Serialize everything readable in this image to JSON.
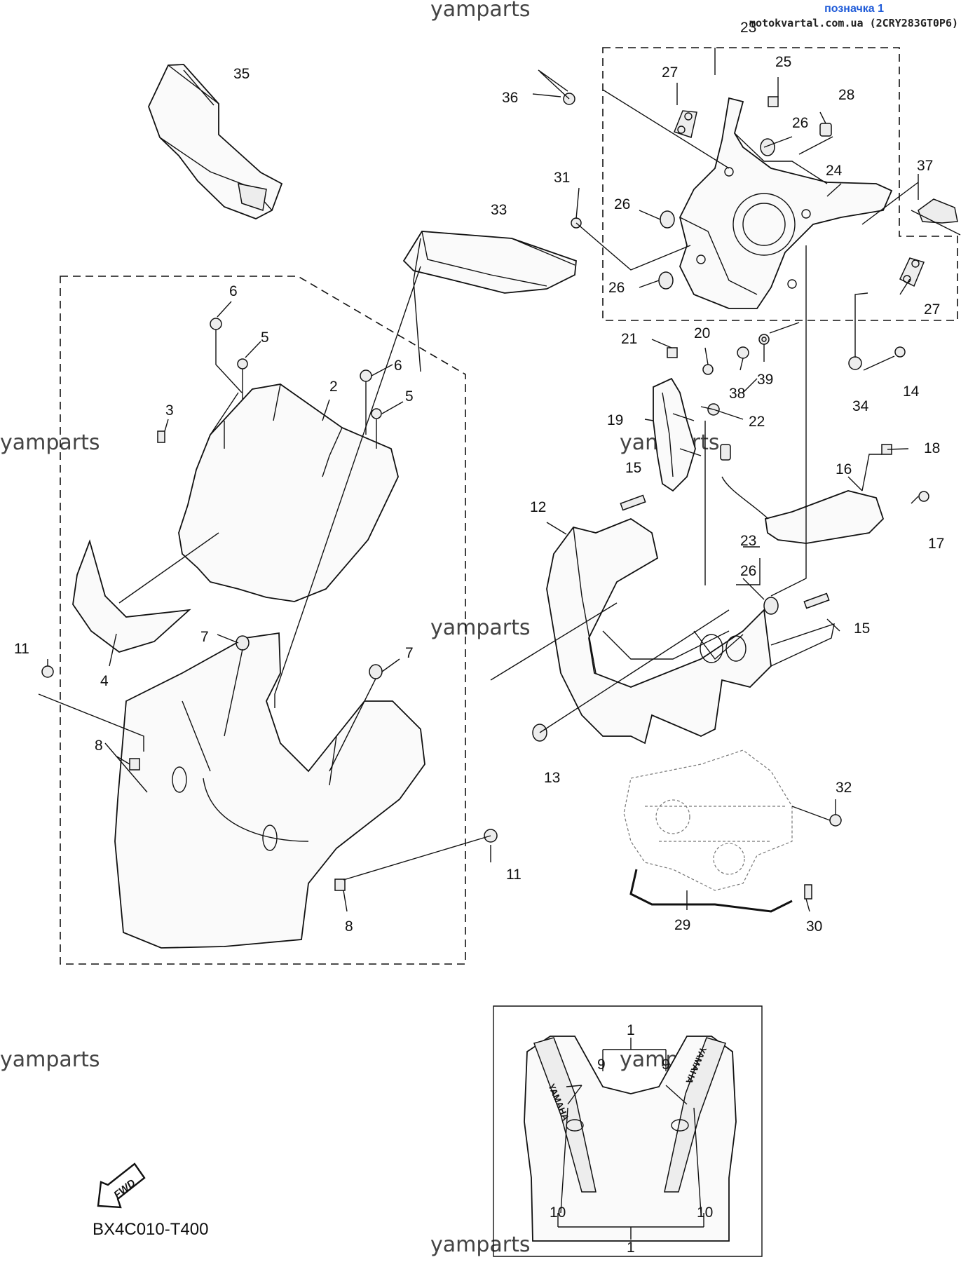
{
  "header": {
    "label_link": "позначка 1",
    "source_code": "motokvartal.com.ua (2CRY283GT0P6)"
  },
  "diagram_code": "BX4C010-T400",
  "fwd_label": "FWD",
  "watermark": "yamparts",
  "callouts": [
    {
      "id": "c35a",
      "text": "35"
    },
    {
      "id": "c36",
      "text": "36"
    },
    {
      "id": "c23a",
      "text": "23"
    },
    {
      "id": "c25",
      "text": "25"
    },
    {
      "id": "c27a",
      "text": "27"
    },
    {
      "id": "c28",
      "text": "28"
    },
    {
      "id": "c26a",
      "text": "26"
    },
    {
      "id": "c24",
      "text": "24"
    },
    {
      "id": "c37",
      "text": "37"
    },
    {
      "id": "c31",
      "text": "31"
    },
    {
      "id": "c33",
      "text": "33"
    },
    {
      "id": "c26b",
      "text": "26"
    },
    {
      "id": "c26c",
      "text": "26"
    },
    {
      "id": "c27b",
      "text": "27"
    },
    {
      "id": "c6a",
      "text": "6"
    },
    {
      "id": "c5a",
      "text": "5"
    },
    {
      "id": "c6b",
      "text": "6"
    },
    {
      "id": "c5b",
      "text": "5"
    },
    {
      "id": "c2",
      "text": "2"
    },
    {
      "id": "c3",
      "text": "3"
    },
    {
      "id": "c21",
      "text": "21"
    },
    {
      "id": "c20",
      "text": "20"
    },
    {
      "id": "c38",
      "text": "38"
    },
    {
      "id": "c39",
      "text": "39"
    },
    {
      "id": "c34",
      "text": "34"
    },
    {
      "id": "c14",
      "text": "14"
    },
    {
      "id": "c19",
      "text": "19"
    },
    {
      "id": "c22",
      "text": "22"
    },
    {
      "id": "c18",
      "text": "18"
    },
    {
      "id": "c15a",
      "text": "15"
    },
    {
      "id": "c16",
      "text": "16"
    },
    {
      "id": "c17",
      "text": "17"
    },
    {
      "id": "c12",
      "text": "12"
    },
    {
      "id": "c23b",
      "text": "23"
    },
    {
      "id": "c26d",
      "text": "26"
    },
    {
      "id": "c15b",
      "text": "15"
    },
    {
      "id": "c4",
      "text": "4"
    },
    {
      "id": "c7a",
      "text": "7"
    },
    {
      "id": "c7b",
      "text": "7"
    },
    {
      "id": "c11a",
      "text": "11"
    },
    {
      "id": "c8a",
      "text": "8"
    },
    {
      "id": "c13",
      "text": "13"
    },
    {
      "id": "c32",
      "text": "32"
    },
    {
      "id": "c11b",
      "text": "11"
    },
    {
      "id": "c8b",
      "text": "8"
    },
    {
      "id": "c29",
      "text": "29"
    },
    {
      "id": "c30",
      "text": "30"
    },
    {
      "id": "c1a",
      "text": "1"
    },
    {
      "id": "c9a",
      "text": "9"
    },
    {
      "id": "c9b",
      "text": "9"
    },
    {
      "id": "c10a",
      "text": "10"
    },
    {
      "id": "c10b",
      "text": "10"
    },
    {
      "id": "c1b",
      "text": "1"
    }
  ],
  "decal_text": "YAMAHA"
}
